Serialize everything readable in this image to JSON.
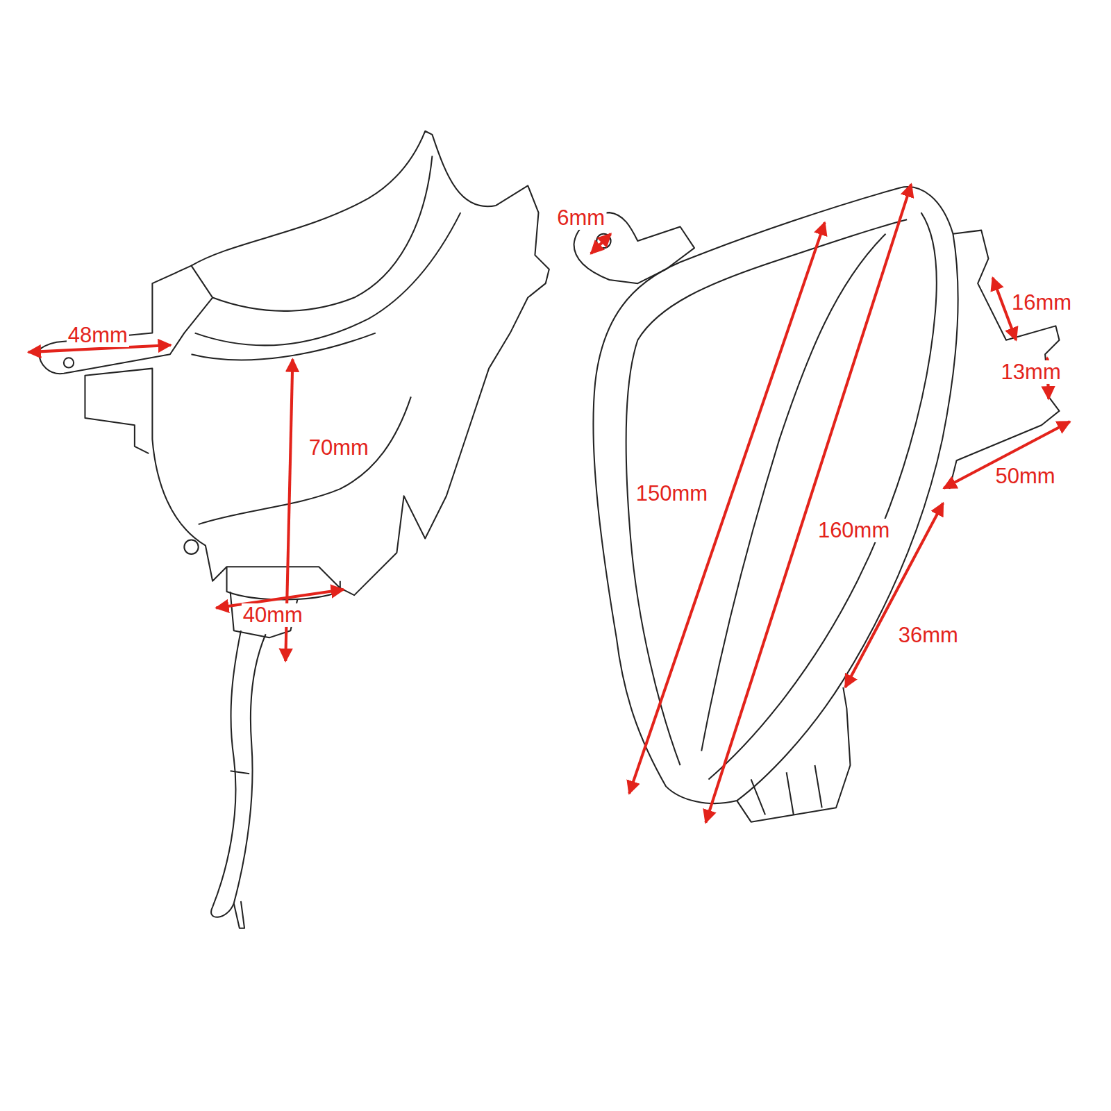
{
  "diagram": {
    "labels": [
      "48mm",
      "70mm",
      "40mm",
      "6mm",
      "16mm",
      "13mm",
      "50mm",
      "150mm",
      "160mm",
      "36mm"
    ]
  }
}
